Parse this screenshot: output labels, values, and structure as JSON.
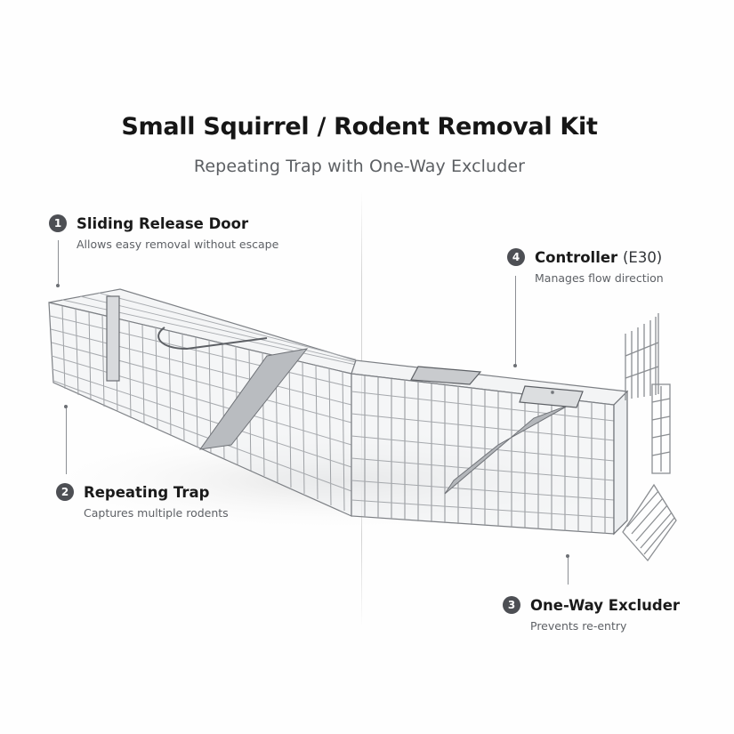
{
  "header": {
    "title": "Small Squirrel / Rodent Removal Kit",
    "subtitle": "Repeating Trap with One-Way Excluder"
  },
  "callouts": [
    {
      "number": "1",
      "label": "Sliding Release Door",
      "model": "",
      "description": "Allows easy removal without escape"
    },
    {
      "number": "2",
      "label": "Repeating Trap",
      "model": "",
      "description": "Captures multiple rodents"
    },
    {
      "number": "3",
      "label": "One-Way Excluder",
      "model": "",
      "description": "Prevents re-entry"
    },
    {
      "number": "4",
      "label": "Controller",
      "model": "(E30)",
      "description": "Manages flow direction"
    }
  ],
  "product": {
    "name": "wire-cage-repeating-trap",
    "colors": {
      "wire": "#8f9296",
      "wire_dark": "#5d6065",
      "plate": "#c9cbce",
      "shadow": "#e6e6e6"
    }
  }
}
